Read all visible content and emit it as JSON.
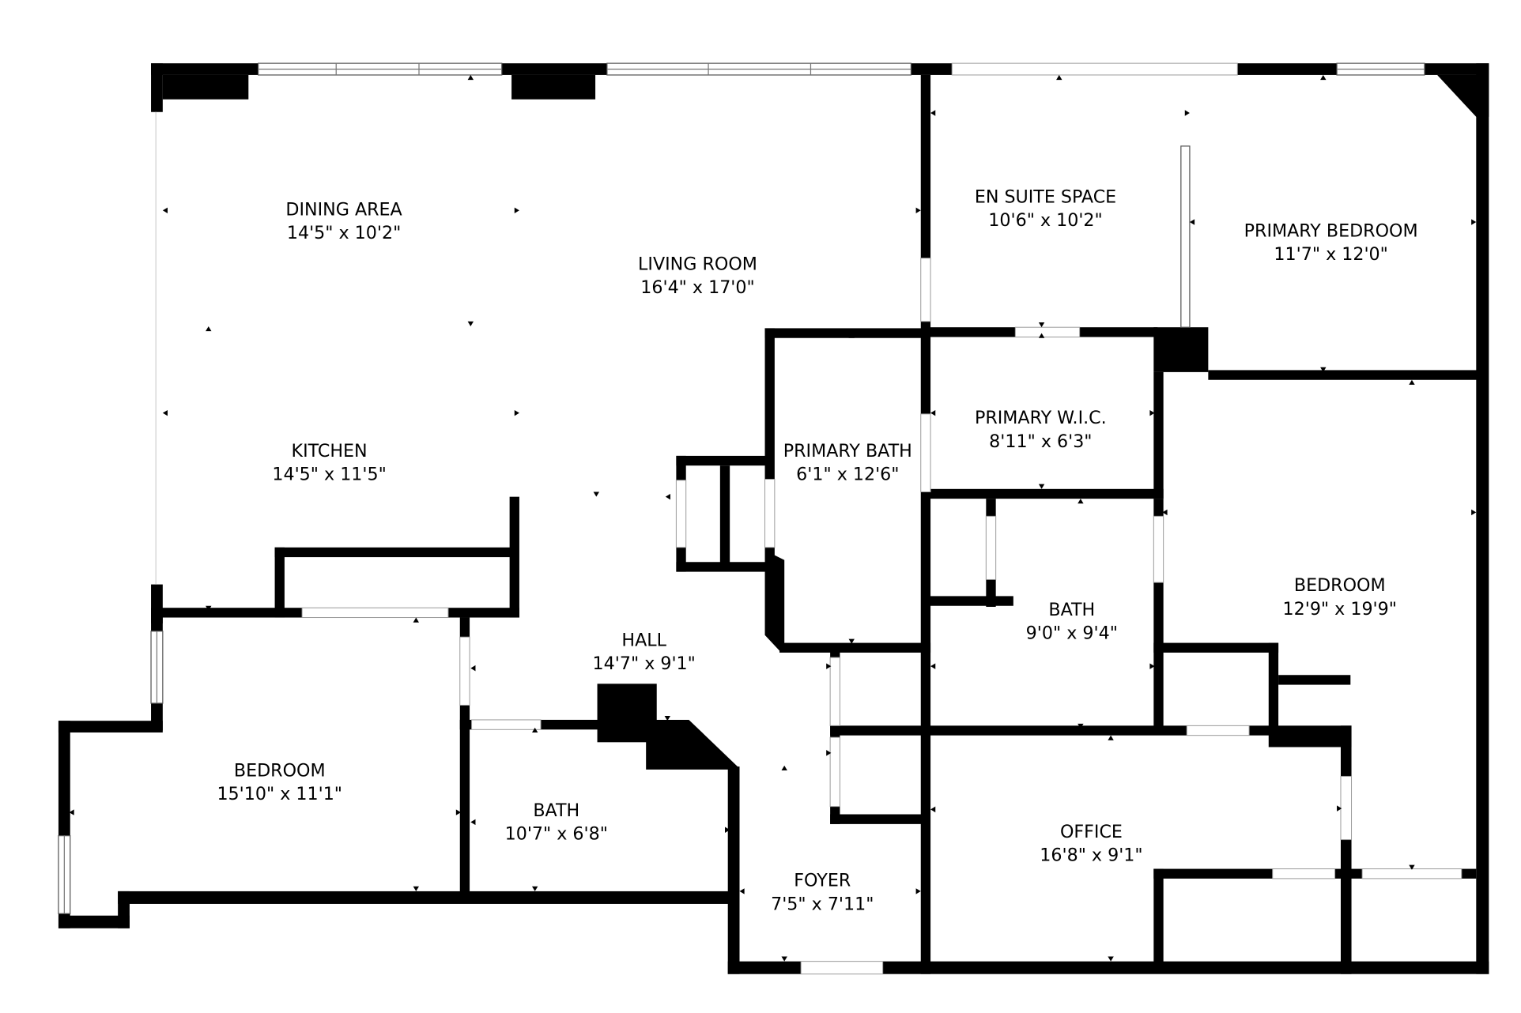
{
  "plan": {
    "type": "floor-plan",
    "wall_color": "#000000",
    "background_color": "#ffffff",
    "rooms": [
      {
        "id": "dining-area",
        "name": "DINING AREA",
        "dimensions": "14'5\" x 10'2\""
      },
      {
        "id": "living-room",
        "name": "LIVING ROOM",
        "dimensions": "16'4\" x 17'0\""
      },
      {
        "id": "kitchen",
        "name": "KITCHEN",
        "dimensions": "14'5\" x 11'5\""
      },
      {
        "id": "en-suite-space",
        "name": "EN SUITE SPACE",
        "dimensions": "10'6\" x 10'2\""
      },
      {
        "id": "primary-bedroom",
        "name": "PRIMARY BEDROOM",
        "dimensions": "11'7\" x 12'0\""
      },
      {
        "id": "primary-bath",
        "name": "PRIMARY BATH",
        "dimensions": "6'1\" x 12'6\""
      },
      {
        "id": "primary-wic",
        "name": "PRIMARY W.I.C.",
        "dimensions": "8'11\" x 6'3\""
      },
      {
        "id": "bath-center",
        "name": "BATH",
        "dimensions": "9'0\" x 9'4\""
      },
      {
        "id": "bedroom-right",
        "name": "BEDROOM",
        "dimensions": "12'9\" x 19'9\""
      },
      {
        "id": "hall",
        "name": "HALL",
        "dimensions": "14'7\" x 9'1\""
      },
      {
        "id": "bedroom-left",
        "name": "BEDROOM",
        "dimensions": "15'10\" x 11'1\""
      },
      {
        "id": "bath-left",
        "name": "BATH",
        "dimensions": "10'7\" x 6'8\""
      },
      {
        "id": "foyer",
        "name": "FOYER",
        "dimensions": "7'5\" x 7'11\""
      },
      {
        "id": "office",
        "name": "OFFICE",
        "dimensions": "16'8\" x 9'1\""
      }
    ]
  }
}
